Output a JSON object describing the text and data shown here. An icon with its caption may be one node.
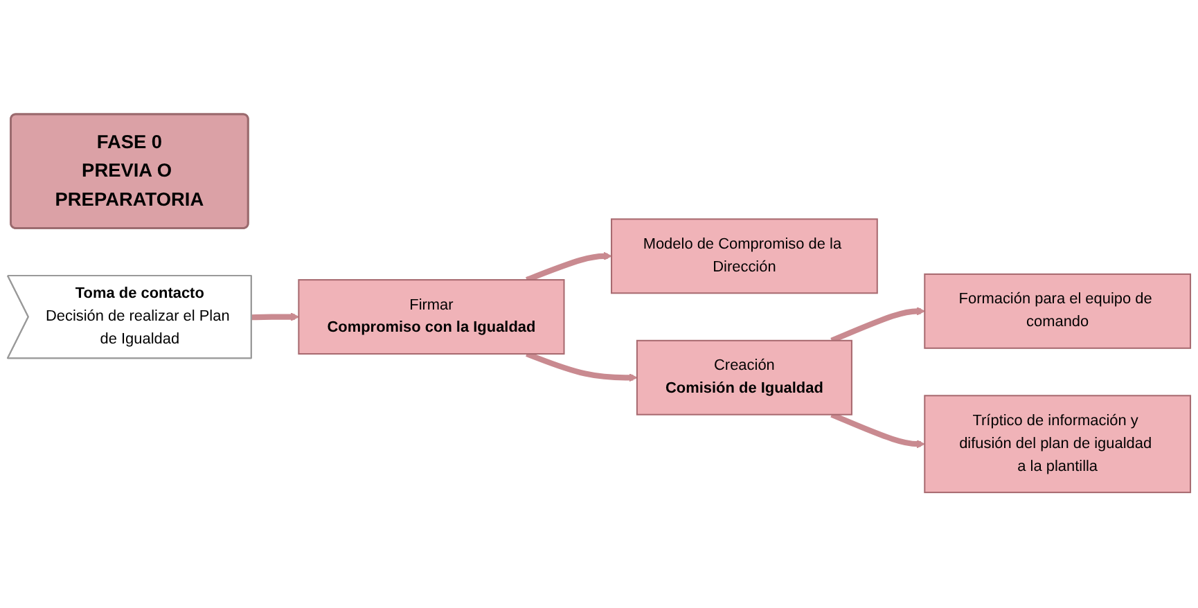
{
  "diagram": {
    "nodes": [
      {
        "text": [
          "FASE 0",
          "PREVIA O PREPARATORIA"
        ]
      },
      {
        "text": [
          "Toma de contacto",
          "Decisión de realizar el Plan de Igualdad"
        ]
      },
      {
        "text": [
          "Firmar",
          "Compromiso con la Igualdad"
        ]
      },
      {
        "text": [
          "Modelo de Compromiso de la Dirección"
        ]
      },
      {
        "text": [
          "Creación",
          "Comisión de Igualdad"
        ]
      },
      {
        "text": [
          "Formación para el equipo de comando"
        ]
      },
      {
        "text": [
          "Tríptico de información y difusión del plan de igualdad a la plantilla"
        ]
      }
    ],
    "edges": [
      {
        "from": 1,
        "to": 2,
        "arrow": "to"
      },
      {
        "from": 2,
        "to": 3,
        "arrow": "to"
      },
      {
        "from": 2,
        "to": 4,
        "arrow": "to"
      },
      {
        "from": 4,
        "to": 5,
        "arrow": "to"
      },
      {
        "from": 4,
        "to": 6,
        "arrow": "to"
      }
    ]
  }
}
